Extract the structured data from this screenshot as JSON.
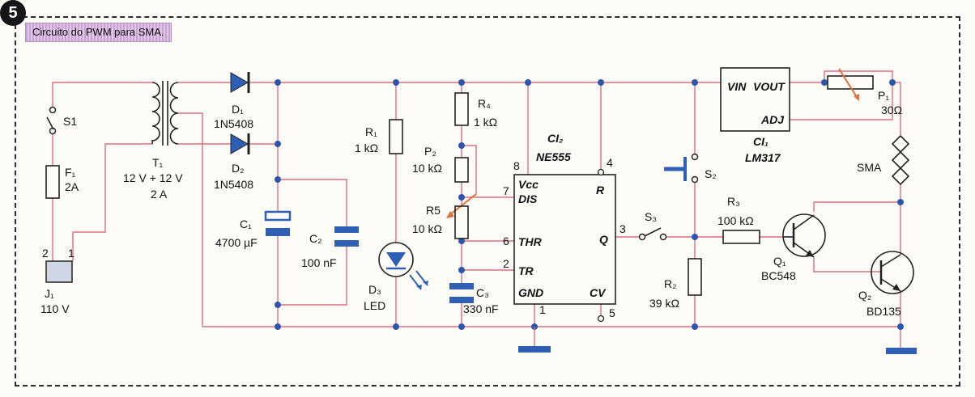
{
  "figure": {
    "number": "5",
    "caption": "Circuito do PWM para SMA."
  },
  "components": {
    "s1": {
      "ref": "S1"
    },
    "f1": {
      "ref": "F₁",
      "value": "2A"
    },
    "j1": {
      "ref": "J₁",
      "value": "110 V",
      "pin2": "2",
      "pin1": "1"
    },
    "t1": {
      "ref": "T₁",
      "value": "12 V + 12 V",
      "current": "2 A"
    },
    "d1": {
      "ref": "D₁",
      "part": "1N5408"
    },
    "d2": {
      "ref": "D₂",
      "part": "1N5408"
    },
    "c1": {
      "ref": "C₁",
      "value": "4700 µF"
    },
    "c2": {
      "ref": "C₂",
      "value": "100 nF"
    },
    "r1": {
      "ref": "R₁",
      "value": "1 kΩ"
    },
    "d3": {
      "ref": "D₃",
      "value": "LED"
    },
    "r4": {
      "ref": "R₄",
      "value": "1 kΩ"
    },
    "p2": {
      "ref": "P₂",
      "value": "10 kΩ"
    },
    "r5": {
      "ref": "R5",
      "value": "10 kΩ"
    },
    "c3": {
      "ref": "C₃",
      "value": "330 nF"
    },
    "ci2": {
      "ref": "CI₂",
      "part": "NE555",
      "pins": {
        "vcc": "Vcc",
        "dis": "DIS",
        "thr": "THR",
        "tr": "TR",
        "gnd": "GND",
        "r": "R",
        "q": "Q",
        "cv": "CV"
      },
      "pin_numbers": {
        "p8": "8",
        "p4": "4",
        "p7": "7",
        "p6": "6",
        "p2": "2",
        "p3": "3",
        "p1": "1",
        "p5": "5"
      }
    },
    "s2": {
      "ref": "S₂"
    },
    "s3": {
      "ref": "S₃"
    },
    "r3": {
      "ref": "R₃",
      "value": "100 kΩ"
    },
    "r2": {
      "ref": "R₂",
      "value": "39 kΩ"
    },
    "ci1": {
      "ref": "CI₁",
      "part": "LM317",
      "pins": {
        "vin": "VIN",
        "vout": "VOUT",
        "adj": "ADJ"
      }
    },
    "p1": {
      "ref": "P₁",
      "value": "30Ω"
    },
    "sma": {
      "ref": "SMA"
    },
    "q1": {
      "ref": "Q₁",
      "part": "BC548"
    },
    "q2": {
      "ref": "Q₂",
      "part": "BD135"
    }
  },
  "colors": {
    "wire": "#e06c82",
    "node": "#2d55b0",
    "component": "#222222",
    "capacitor": "#2e5fb5",
    "caption_bg": "#d6b3de"
  }
}
